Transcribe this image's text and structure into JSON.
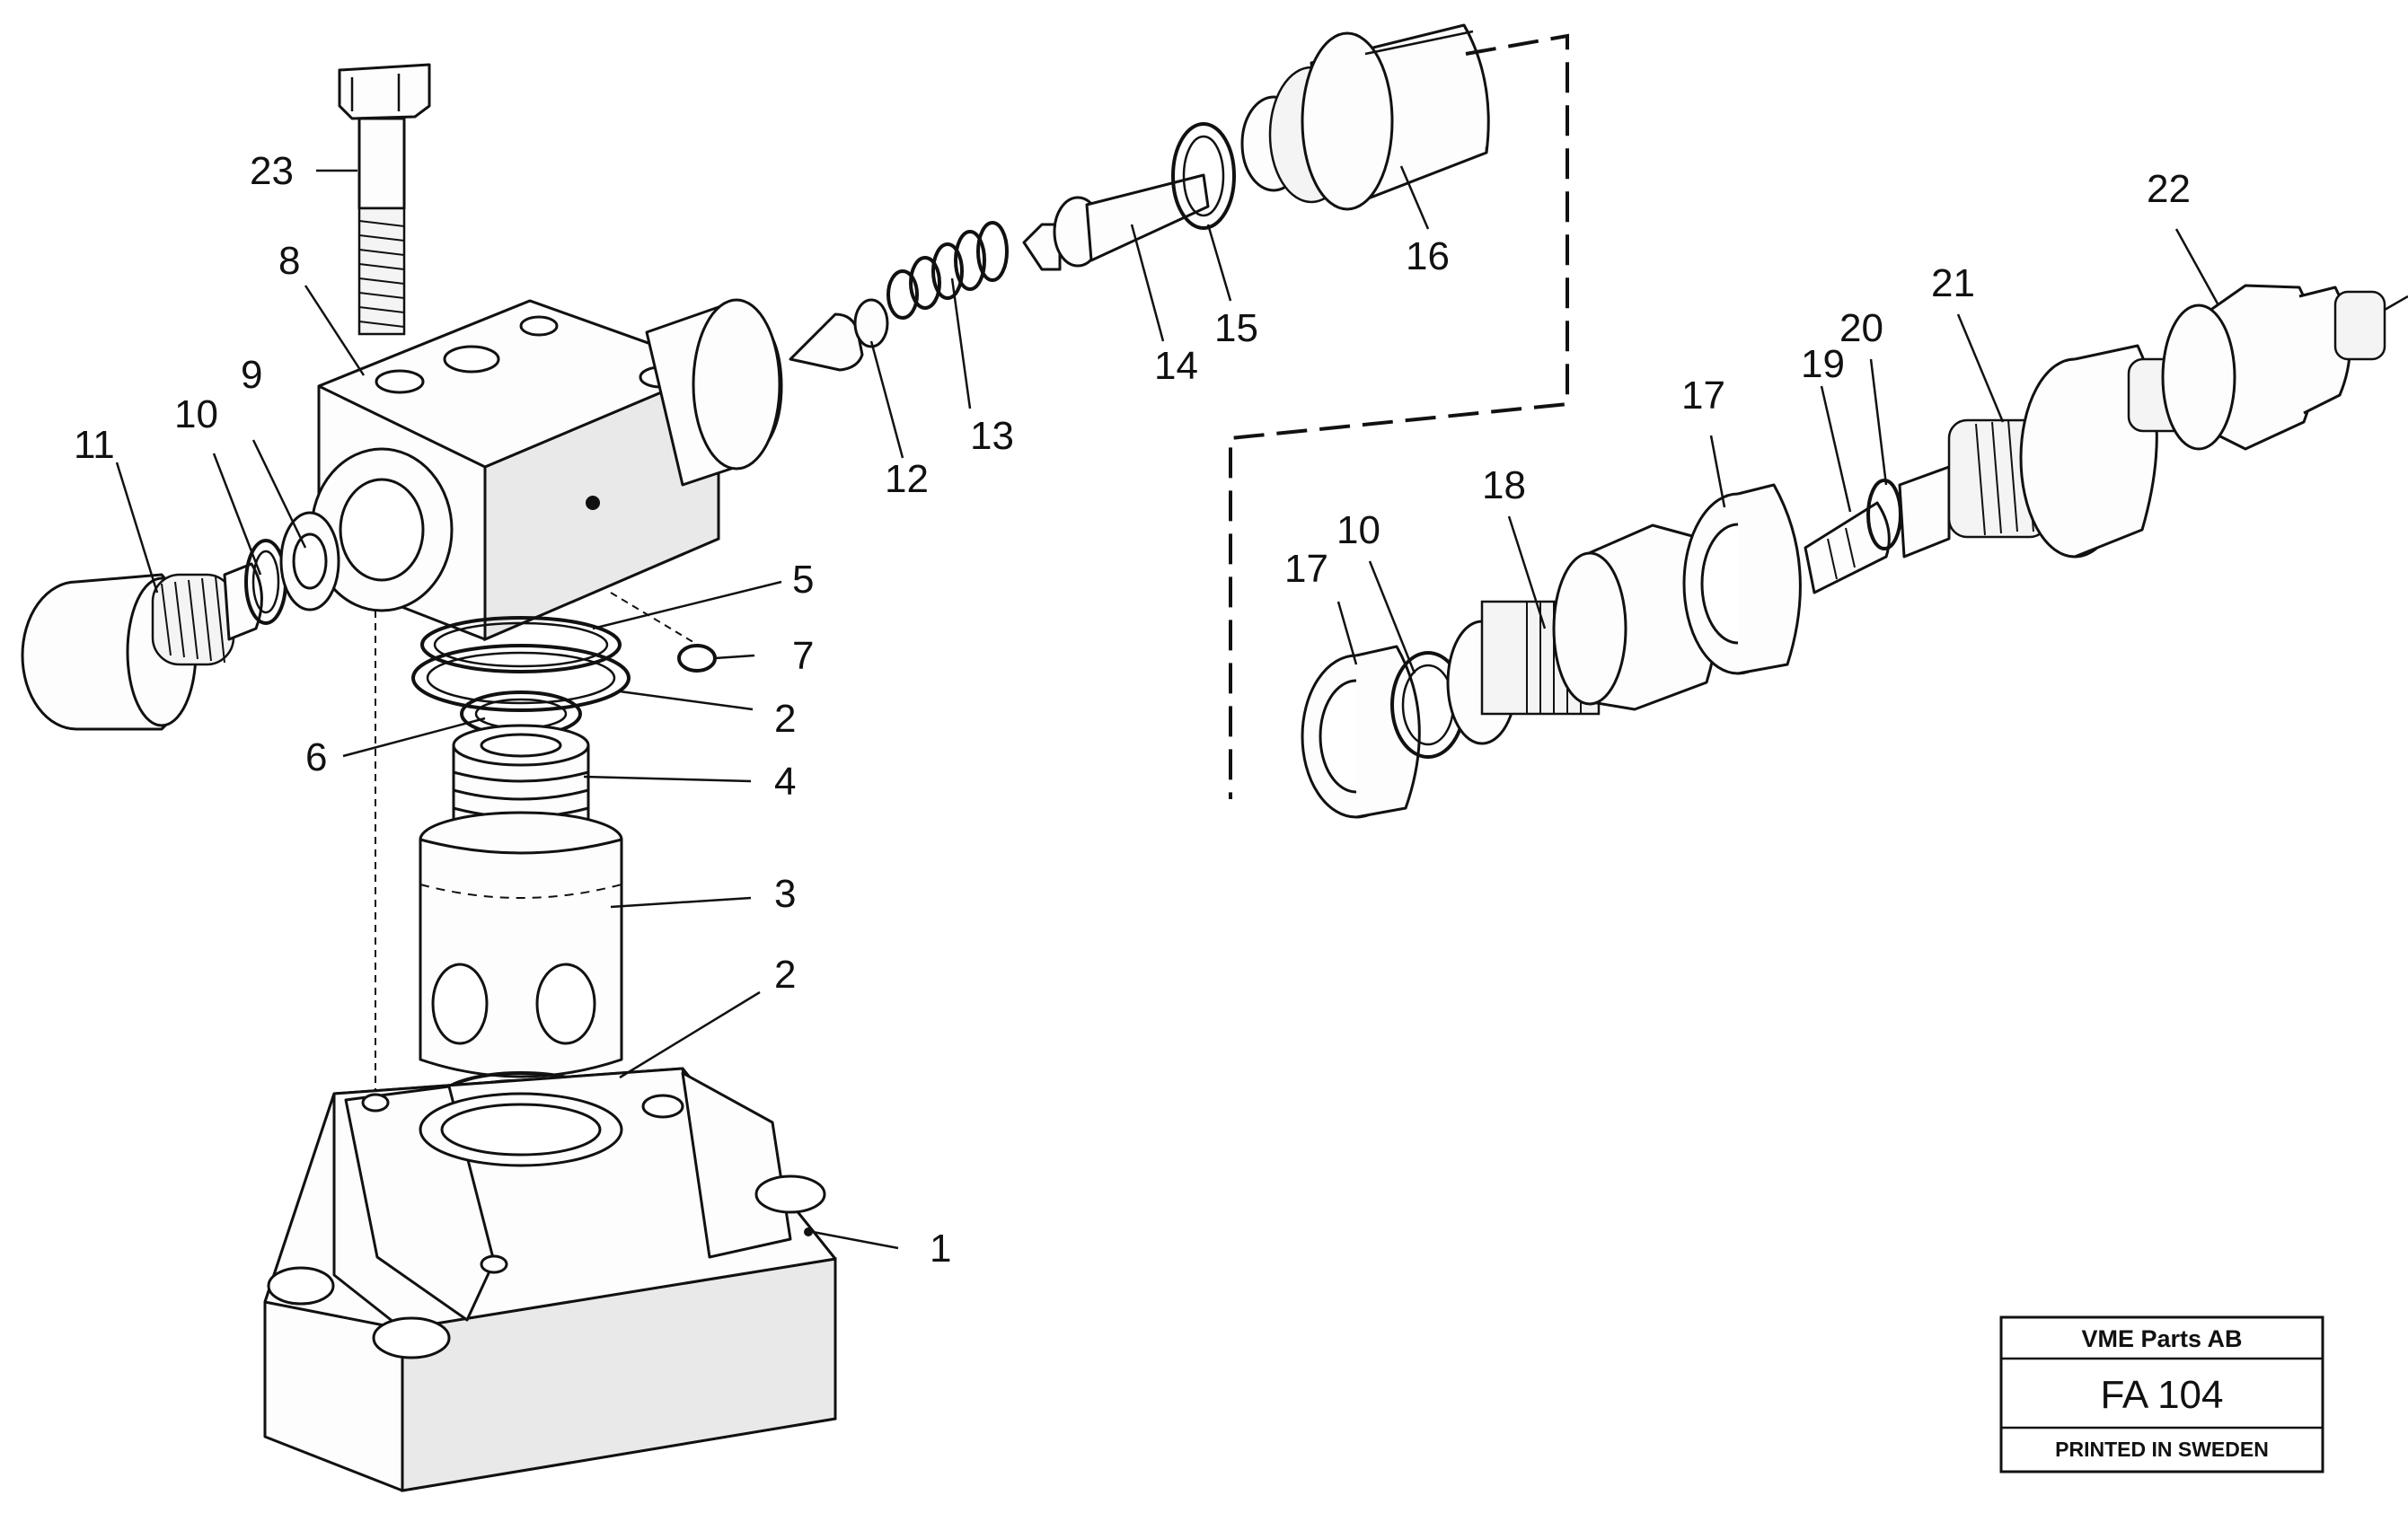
{
  "callouts": {
    "c1": "1",
    "c2a": "2",
    "c2b": "2",
    "c3": "3",
    "c4": "4",
    "c5": "5",
    "c6": "6",
    "c7": "7",
    "c8": "8",
    "c9": "9",
    "c10a": "10",
    "c10b": "10",
    "c11": "11",
    "c12": "12",
    "c13": "13",
    "c14": "14",
    "c15": "15",
    "c16": "16",
    "c17a": "17",
    "c17b": "17",
    "c18": "18",
    "c19": "19",
    "c20": "20",
    "c21": "21",
    "c22": "22",
    "c23": "23"
  },
  "stamp": {
    "company": "VME Parts AB",
    "code": "FA 104",
    "printed": "PRINTED IN SWEDEN"
  }
}
